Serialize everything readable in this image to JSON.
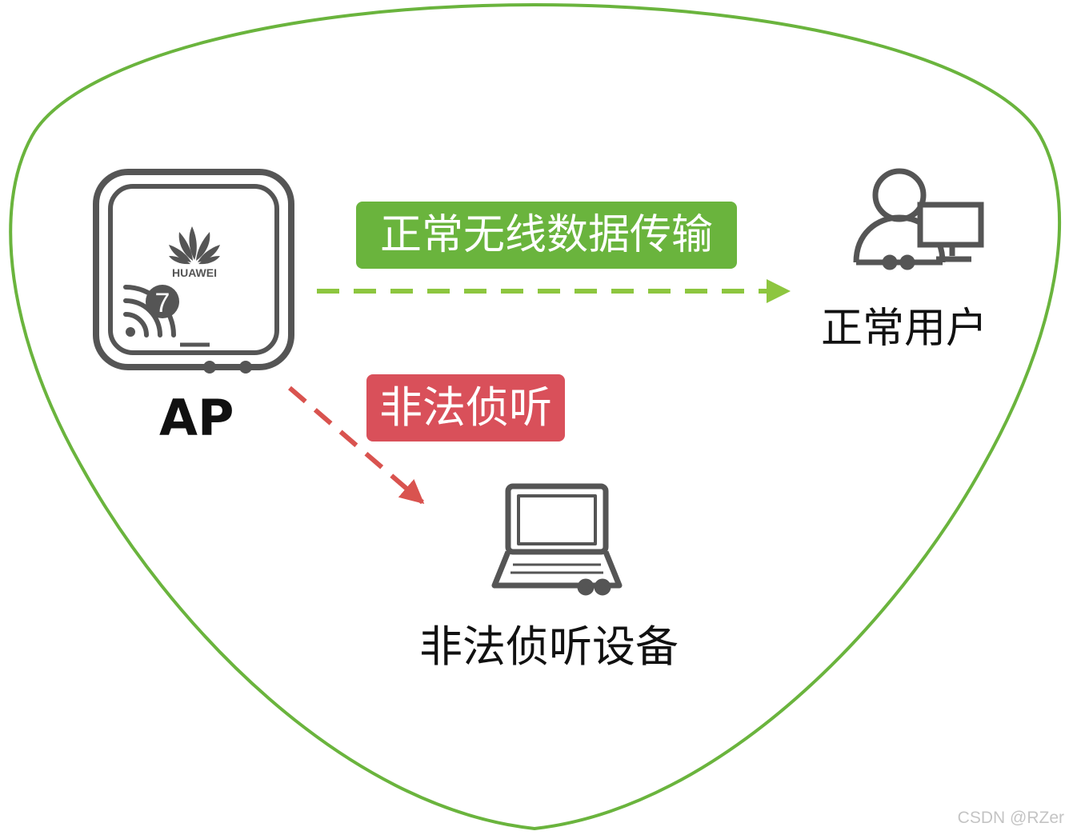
{
  "colors": {
    "boundary": "#6ab43d",
    "normal_path": "#8dc63f",
    "normal_tag_bg": "#6ab43d",
    "eaves_path": "#d9534f",
    "eaves_tag_bg": "#d9505a",
    "icon": "#555555"
  },
  "ap": {
    "brand": "HUAWEI",
    "badge": "7",
    "label": "AP",
    "icon": "wireless-access-point-icon"
  },
  "normal_user": {
    "label": "正常用户",
    "icon": "user-at-computer-icon"
  },
  "eavesdropper": {
    "label": "非法侦听设备",
    "icon": "laptop-icon"
  },
  "links": {
    "normal": {
      "label": "正常无线数据传输",
      "style": "dashed-arrow"
    },
    "eavesdrop": {
      "label": "非法侦听",
      "style": "dashed-arrow"
    }
  },
  "watermark": "CSDN @RZer"
}
